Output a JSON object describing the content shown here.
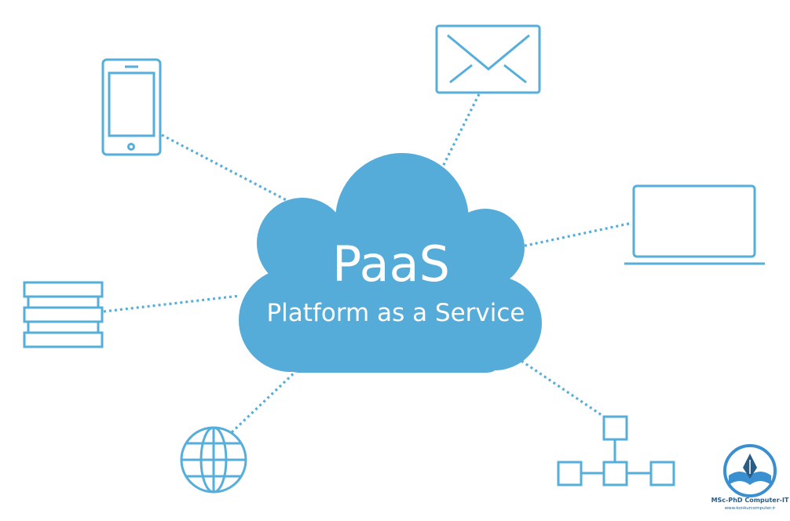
{
  "colors": {
    "accent": "#56aedb",
    "cloud": "#55acd9",
    "background": "#ffffff",
    "watermark_text": "#2a5d84"
  },
  "cloud": {
    "title": "PaaS",
    "subtitle": "Platform as a Service"
  },
  "nodes": [
    {
      "name": "mobile-phone-icon"
    },
    {
      "name": "email-envelope-icon"
    },
    {
      "name": "laptop-icon"
    },
    {
      "name": "server-stack-icon"
    },
    {
      "name": "globe-icon"
    },
    {
      "name": "network-hierarchy-icon"
    }
  ],
  "watermark": {
    "line1": "MSc-PhD Computer-IT",
    "line2": "www.konkurcomputer.ir"
  }
}
